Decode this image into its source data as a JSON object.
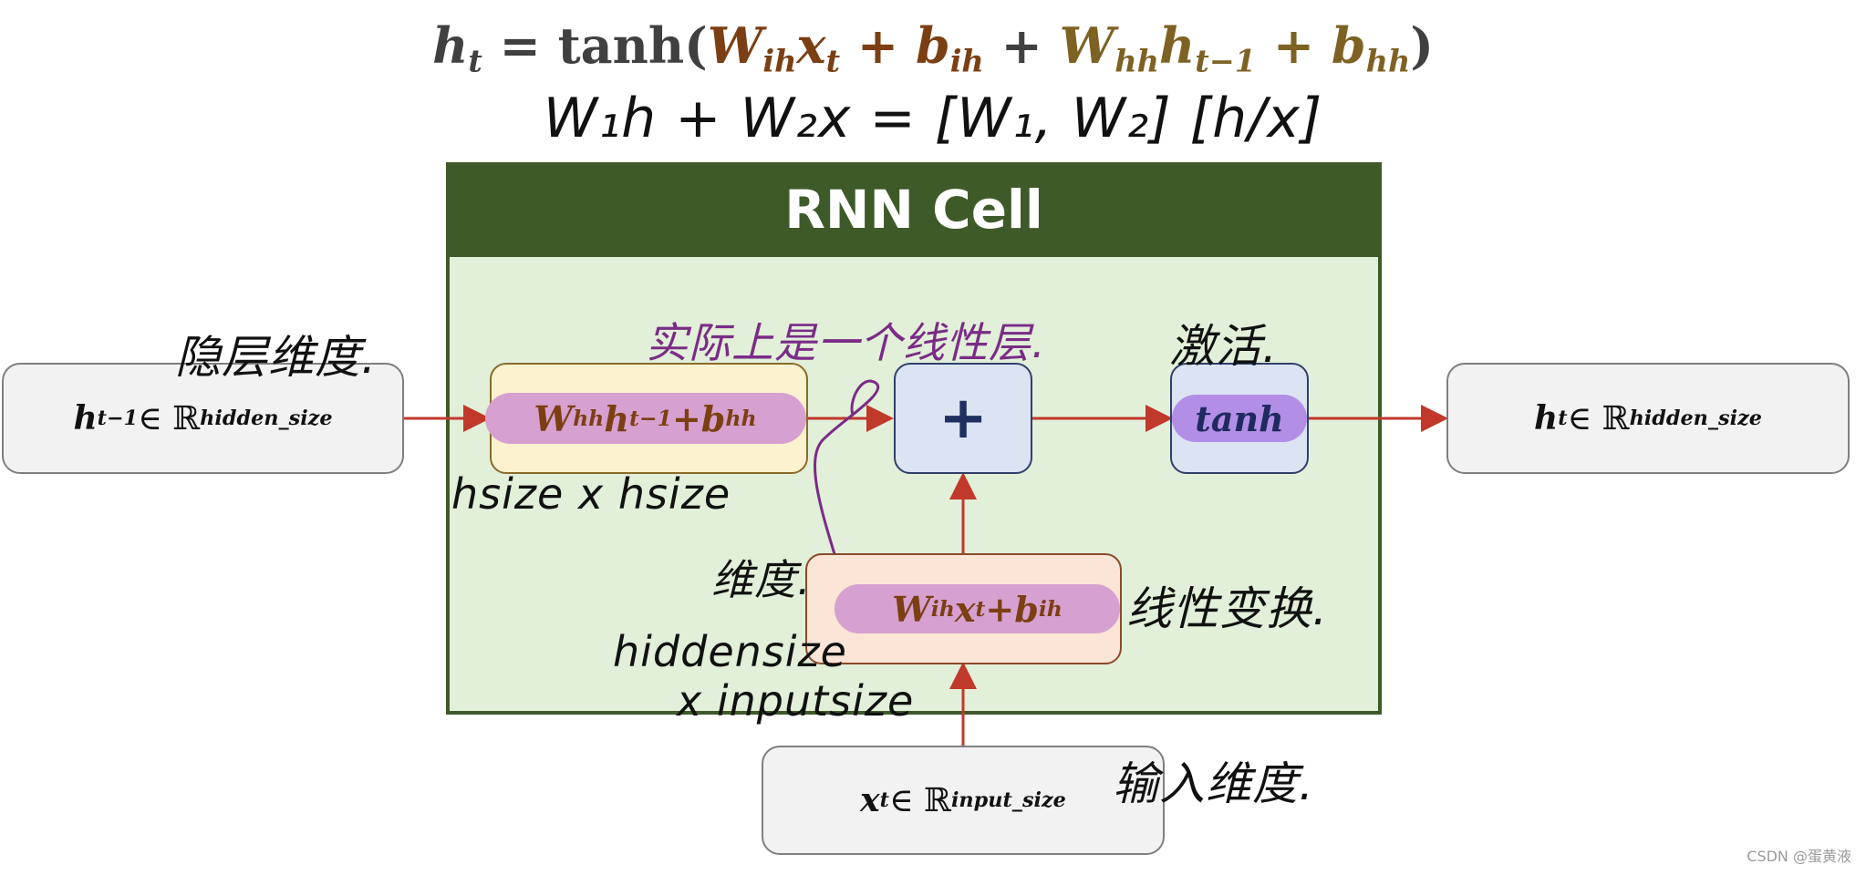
{
  "formula": {
    "lhs_h": "h",
    "lhs_t": "t",
    "eq_tanh": " = tanh(",
    "w": "W",
    "ih": "ih",
    "x": "x",
    "t": "t",
    "plus": " + ",
    "b": "b",
    "hh": "hh",
    "h": "h",
    "tm1": "t−1",
    "close": ")"
  },
  "handwritten_top": "W₁h + W₂x = [W₁, W₂] [h/x]",
  "cell": {
    "title": "RNN Cell"
  },
  "input_h": {
    "sym": "h",
    "sub": "t−1",
    "in": " ∈ ℝ",
    "sup": "hidden_size"
  },
  "input_x": {
    "sym": "x",
    "sub": "t",
    "in": " ∈ ℝ",
    "sup": "input_size"
  },
  "output_h": {
    "sym": "h",
    "sub": "t",
    "in": " ∈ ℝ",
    "sup": "hidden_size"
  },
  "op_hh": {
    "w": "W",
    "wsub": "hh",
    "h": "h",
    "hsub": "t−1",
    "plus": " + ",
    "b": "b",
    "bsub": "hh"
  },
  "op_ih": {
    "w": "W",
    "wsub": "ih",
    "x": "x",
    "xsub": "t",
    "plus": " + ",
    "b": "b",
    "bsub": "ih"
  },
  "plus_symbol": "+",
  "activation": "tanh",
  "notes": {
    "hidden_dim": "隐层维度.",
    "linear_layer": "实际上是一个线性层.",
    "activation": "激活.",
    "hsize": "hsize x hsize",
    "dim": "维度.",
    "hidden_input": "hiddensize",
    "x_input": "x inputsize",
    "linear_transform": "线性变换.",
    "input_dim": "输入维度."
  },
  "watermark": "CSDN @蛋黄液",
  "colors": {
    "cell_header": "#3f5a29",
    "cell_bg": "#e2efd9",
    "arrow": "#c0392b",
    "pill": "#d6a0d0",
    "tanh_pill": "#b38ee6"
  }
}
